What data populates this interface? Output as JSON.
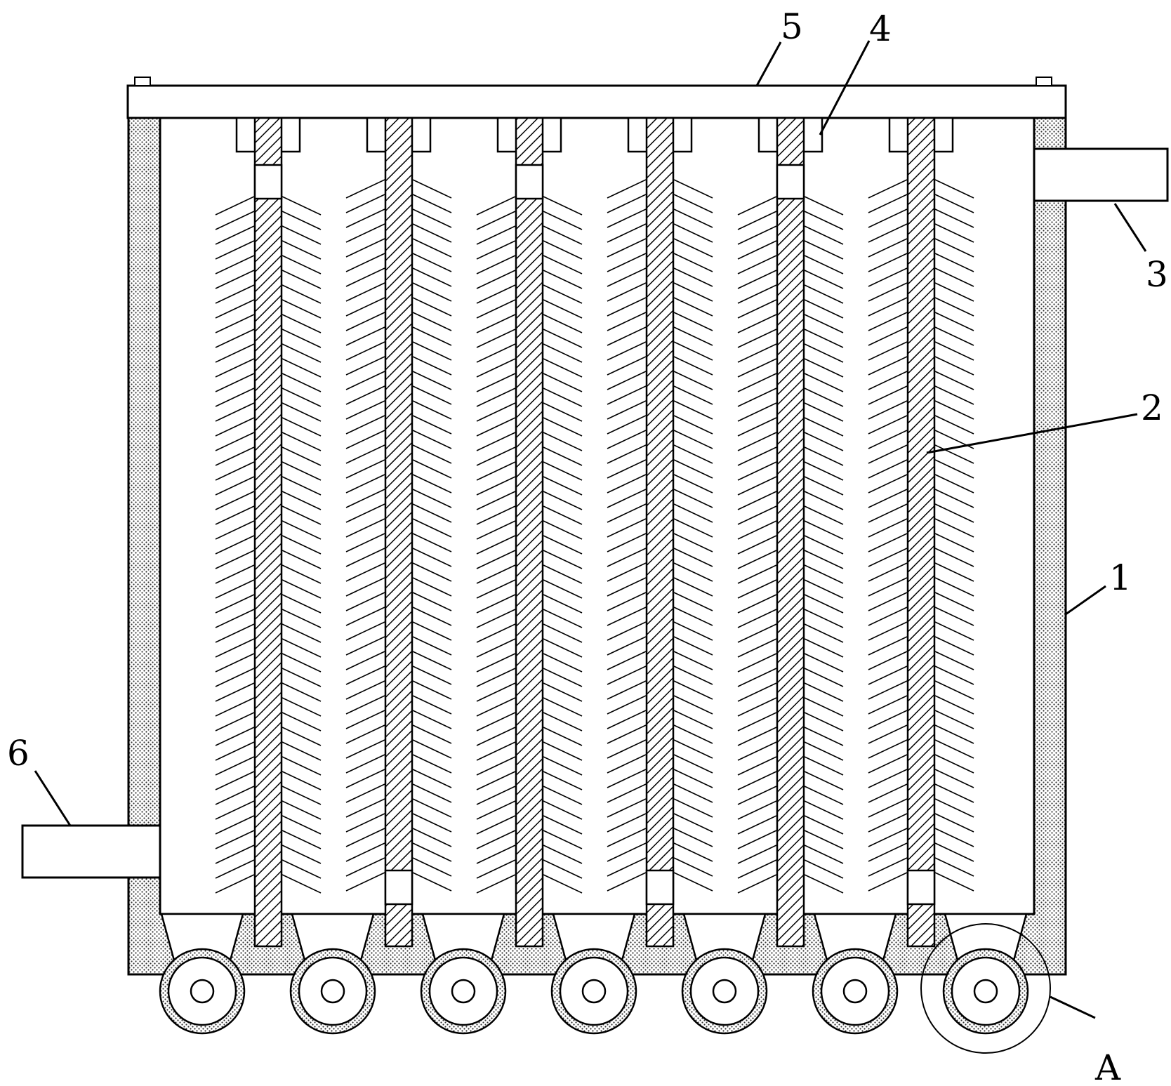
{
  "figure": {
    "labels": [
      {
        "id": "label-1",
        "text": "1"
      },
      {
        "id": "label-2",
        "text": "2"
      },
      {
        "id": "label-3",
        "text": "3"
      },
      {
        "id": "label-4",
        "text": "4"
      },
      {
        "id": "label-5",
        "text": "5"
      },
      {
        "id": "label-6",
        "text": "6"
      },
      {
        "id": "label-A",
        "text": "A"
      }
    ],
    "components": {
      "tank_body": "1",
      "brush_rod": "2",
      "outlet_pipe": "3",
      "mount_block": "4",
      "top_cover": "5",
      "inlet_pipe": "6",
      "detail_circle": "A"
    },
    "counts": {
      "brush_assemblies": 6,
      "bottom_rollers": 7
    }
  }
}
